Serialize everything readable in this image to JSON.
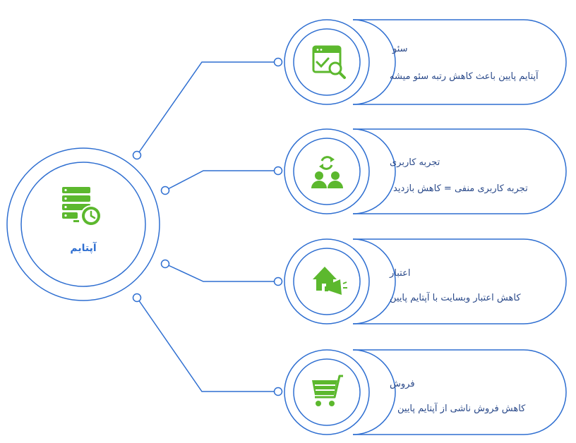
{
  "hub": {
    "label": "آپتایم",
    "icon": "server-clock-icon"
  },
  "cards": [
    {
      "title": "سئو",
      "description": "آپتایم پایین باعث کاهش رتبه سئو میشه",
      "icon": "browser-search-icon"
    },
    {
      "title": "تجربه کاربری",
      "description": "تجربه کاربری منفی = کاهش بازدید",
      "icon": "users-sync-icon"
    },
    {
      "title": "اعتبار",
      "description": "کاهش اعتبار وبسایت با آپتایم پایین",
      "icon": "house-megaphone-icon"
    },
    {
      "title": "فروش",
      "description": "کاهش فروش ناشی از آپتایم پایین",
      "icon": "shopping-cart-icon"
    }
  ],
  "colors": {
    "line": "#2f6fd1",
    "icon": "#5cb82e",
    "text": "#2b4a8a"
  }
}
